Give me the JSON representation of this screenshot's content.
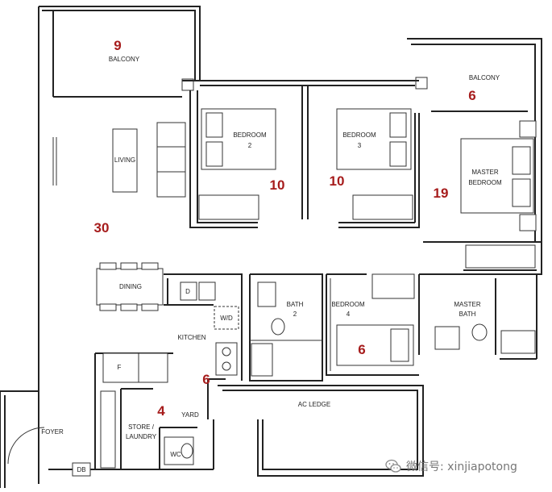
{
  "rooms": {
    "balcony_left": {
      "label": "BALCONY",
      "area": "9"
    },
    "balcony_right": {
      "label": "BALCONY",
      "area": "6"
    },
    "living": {
      "label": "LIVING",
      "area": "30"
    },
    "bedroom2": {
      "label_line1": "BEDROOM",
      "label_line2": "2",
      "area": "10"
    },
    "bedroom3": {
      "label_line1": "BEDROOM",
      "label_line2": "3",
      "area": "10"
    },
    "master_bedroom": {
      "label_line1": "MASTER",
      "label_line2": "BEDROOM",
      "area": "19"
    },
    "dining": {
      "label": "DINING"
    },
    "kitchen": {
      "label": "KITCHEN"
    },
    "bath2": {
      "label_line1": "BATH",
      "label_line2": "2"
    },
    "bedroom4": {
      "label_line1": "BEDROOM",
      "label_line2": "4",
      "area": "6"
    },
    "master_bath": {
      "label_line1": "MASTER",
      "label_line2": "BATH"
    },
    "ac_ledge": {
      "label": "AC LEDGE"
    },
    "yard": {
      "label": "YARD",
      "area": "6"
    },
    "store": {
      "label_line1": "STORE /",
      "label_line2": "LAUNDRY",
      "area": "4"
    },
    "foyer": {
      "label": "FOYER"
    },
    "wc": {
      "label": "WC"
    },
    "db": {
      "label": "DB"
    }
  },
  "fixtures": {
    "dryer": "D",
    "washer": "W/D",
    "fridge": "F"
  },
  "watermark": {
    "text": "微信号: xinjiapotong",
    "icon": "wechat-icon"
  }
}
